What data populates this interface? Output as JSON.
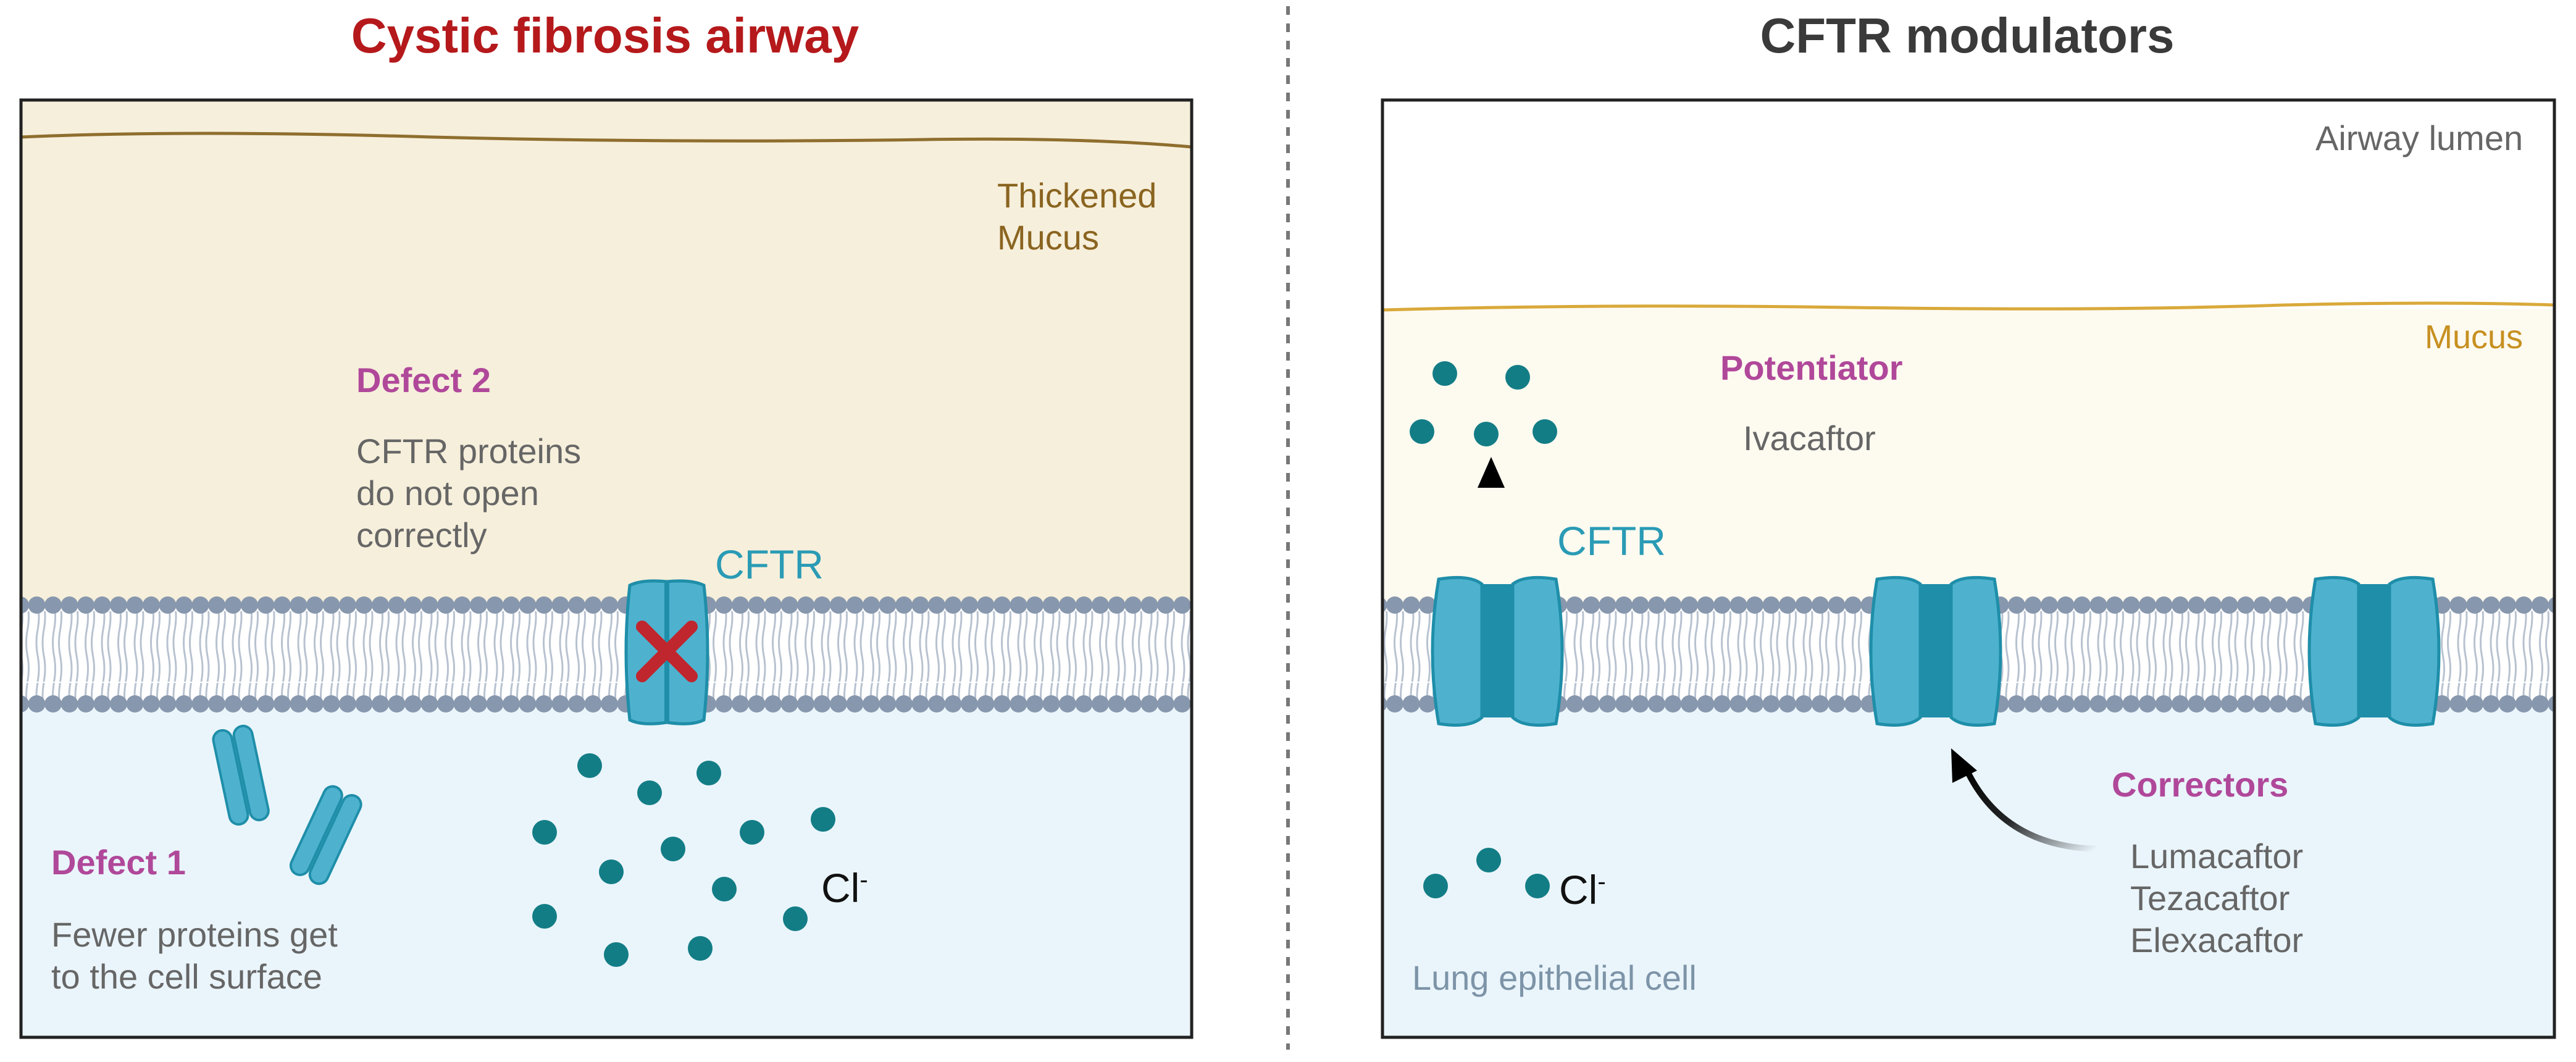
{
  "left_panel": {
    "title": "Cystic fibrosis airway",
    "mucus_label_line1": "Thickened",
    "mucus_label_line2": "Mucus",
    "defect2_heading": "Defect 2",
    "defect2_line1": "CFTR proteins",
    "defect2_line2": "do not open",
    "defect2_line3": "correctly",
    "cftr_label": "CFTR",
    "defect1_heading": "Defect 1",
    "defect1_line1": "Fewer proteins get",
    "defect1_line2": "to the cell surface",
    "chloride_label": "Cl",
    "chloride_charge": "-"
  },
  "right_panel": {
    "title": "CFTR modulators",
    "lumen_label": "Airway lumen",
    "mucus_label": "Mucus",
    "potentiator_heading": "Potentiator",
    "potentiator_drug": "Ivacaftor",
    "cftr_label": "CFTR",
    "correctors_heading": "Correctors",
    "corrector_drug1": "Lumacaftor",
    "corrector_drug2": "Tezacaftor",
    "corrector_drug3": "Elexacaftor",
    "chloride_label": "Cl",
    "chloride_charge": "-",
    "cell_label": "Lung epithelial cell"
  },
  "colors": {
    "left_title": "#b5191b",
    "right_title": "#3a3a3a",
    "thick_mucus": "#f6efdb",
    "thin_mucus": "#fdfaf0",
    "cytoplasm": "#eaf5fb",
    "channel": "#4eb2cf",
    "channel_dark": "#1f8ea9",
    "ion": "#137d86",
    "lipid_head": "#8797ad",
    "block_x": "#c0262d"
  }
}
